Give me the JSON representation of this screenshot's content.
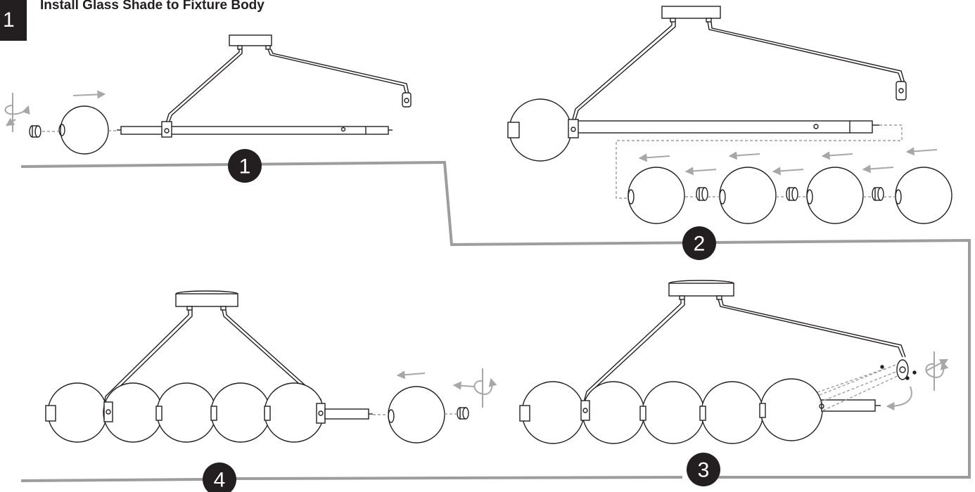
{
  "header": {
    "step_number": "1",
    "title": "Install Glass Shade to Fixture Body"
  },
  "substeps": [
    {
      "label": "1"
    },
    {
      "label": "2"
    },
    {
      "label": "3"
    },
    {
      "label": "4"
    }
  ],
  "colors": {
    "line": "#231f20",
    "flow_line": "#9d9d9d",
    "arrow": "#a7a7a7",
    "badge": "#231f20",
    "shade_fill": "#ffffff"
  },
  "icons": [
    "rotate-arrow-icon",
    "direction-arrow-icon",
    "glass-shade-icon",
    "ceiling-canopy-icon",
    "connector-ring-icon"
  ]
}
